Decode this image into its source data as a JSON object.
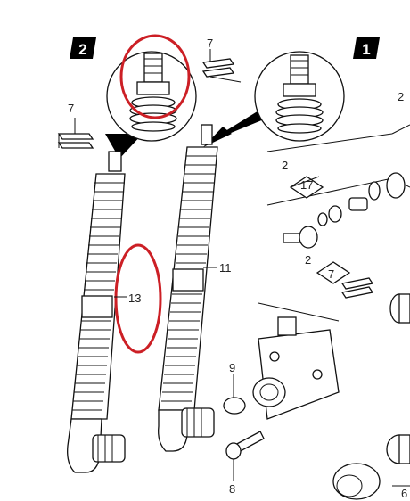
{
  "badges": [
    "2",
    "1"
  ],
  "callouts": {
    "p7_left": "7",
    "p7_top": "7",
    "p2_top": "2",
    "p2_mid": "2",
    "p17": "17",
    "p2_lower": "2",
    "p7_right": "7",
    "p11": "11",
    "p13": "13",
    "p9": "9",
    "p8": "8",
    "p6": "6"
  },
  "colors": {
    "line": "#111111",
    "highlight": "#cc1f25",
    "badge": "#000000"
  }
}
